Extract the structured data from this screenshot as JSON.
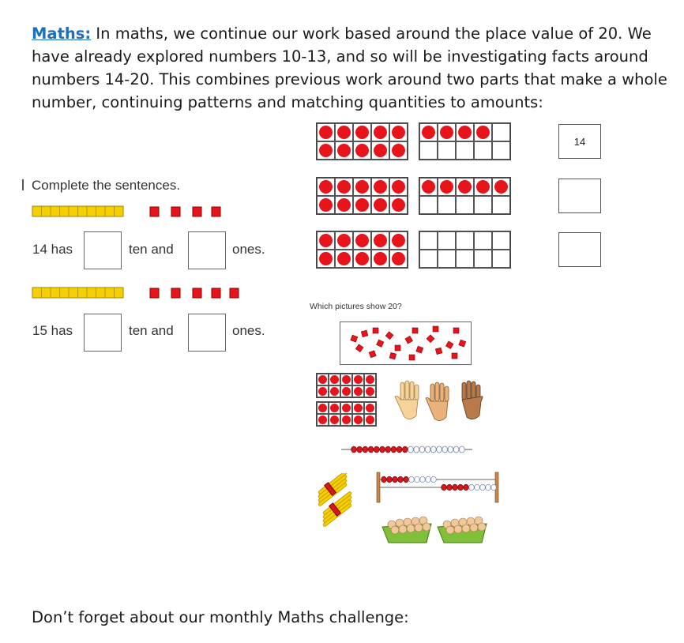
{
  "intro": {
    "heading": "Maths:",
    "text": " In maths, we continue our work based around the place value of 20. We have already explored numbers 10-13, and so will be investigating facts around numbers 14-20. This combines previous work around two parts that make a whole number, continuing patterns and matching quantities to amounts:"
  },
  "worksheet": {
    "title": "Complete the sentences.",
    "rows": [
      {
        "number_text": "14 has",
        "mid_text": "ten and",
        "end_text": "ones.",
        "cubes": 4
      },
      {
        "number_text": "15 has",
        "mid_text": "ten and",
        "end_text": "ones.",
        "cubes": 5
      }
    ]
  },
  "tenframes": [
    {
      "first": 10,
      "second": 4,
      "answer": "14"
    },
    {
      "first": 10,
      "second": 5,
      "answer": ""
    },
    {
      "first": 10,
      "second": 0,
      "answer": ""
    }
  ],
  "twenty_question": "Which pictures show 20?",
  "footer": "Don’t forget about our monthly Maths challenge:",
  "colors": {
    "heading": "#1f6fbf",
    "counter": "#e8141c",
    "rod": "#f5d000"
  }
}
